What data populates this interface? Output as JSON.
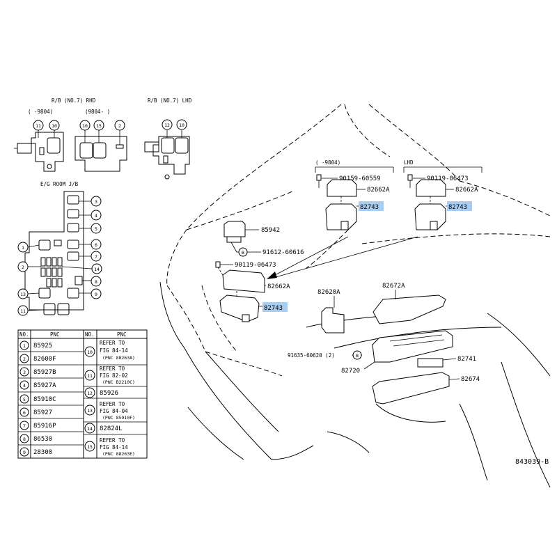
{
  "header": {
    "rb_rhd": "R/B (NO.7) RHD",
    "rb_lhd": "R/B (NO.7) LHD",
    "rhd_range1": "(   -9804)",
    "rhd_range2": "(9804-   )",
    "eg_room": "E/G ROOM J/B"
  },
  "relay_block_numbers": {
    "rhd_a": [
      "11",
      "10"
    ],
    "rhd_b": [
      "10",
      "15",
      "2"
    ],
    "lhd": [
      "12",
      "10"
    ]
  },
  "junction_block_numbers": [
    "3",
    "4",
    "5",
    "1",
    "6",
    "7",
    "2",
    "14",
    "8",
    "13",
    "9",
    "11"
  ],
  "pnc_table": {
    "headers": [
      "NO.",
      "PNC",
      "NO.",
      "PNC"
    ],
    "left": [
      {
        "no": "1",
        "pnc": "85925"
      },
      {
        "no": "2",
        "pnc": "82600F"
      },
      {
        "no": "3",
        "pnc": "85927B"
      },
      {
        "no": "4",
        "pnc": "85927A"
      },
      {
        "no": "5",
        "pnc": "85910C"
      },
      {
        "no": "6",
        "pnc": "85927"
      },
      {
        "no": "7",
        "pnc": "85916P"
      },
      {
        "no": "8",
        "pnc": "86530"
      },
      {
        "no": "9",
        "pnc": "28300"
      }
    ],
    "right": [
      {
        "no": "10",
        "l1": "REFER TO",
        "l2": "FIG 84-14",
        "l3": "(PNC 88263A)"
      },
      {
        "no": "11",
        "l1": "REFER TO",
        "l2": "FIG 82-02",
        "l3": "(PNC B2210C)"
      },
      {
        "no": "12",
        "l1": "85926",
        "l2": "",
        "l3": ""
      },
      {
        "no": "13",
        "l1": "REFER TO",
        "l2": "FIG 84-04",
        "l3": "(PNC 85910F)"
      },
      {
        "no": "14",
        "l1": "82824L",
        "l2": "",
        "l3": ""
      },
      {
        "no": "15",
        "l1": "REFER TO",
        "l2": "FIG 84-14",
        "l3": "(PNC 88263E)"
      }
    ]
  },
  "variants": {
    "left_range": "(   -9804)",
    "right_range": "LHD"
  },
  "callouts": {
    "bolt_a": "90159-60559",
    "bolt_b": "90119-06473",
    "bolt_c": "90119-06473",
    "cover_a": "82662A",
    "cover_b": "82662A",
    "cover_c": "82662A",
    "hl_a": "82743",
    "hl_b": "82743",
    "hl_c": "82743",
    "relay": "85942",
    "clip_b": "91612-60616",
    "b_marker": "B",
    "b_marker2": "B",
    "conn": "82620A",
    "top_cover": "82672A",
    "screw": "91635-60620 (2)",
    "box": "82720",
    "small": "82741",
    "tray": "82674"
  },
  "diagram_id": "843039-B",
  "colors": {
    "highlight": "#a9cdf0",
    "line": "#000000"
  }
}
